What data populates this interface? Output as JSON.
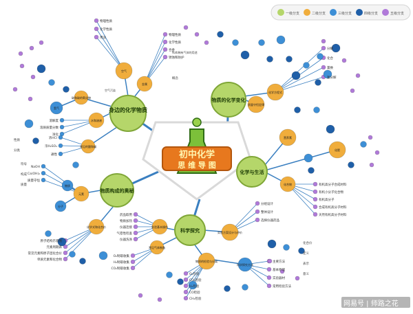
{
  "colors": {
    "level1": "#b5d66a",
    "level2": "#f0ad3c",
    "level3": "#3d8fd6",
    "level4": "#1f5fa8",
    "level5": "#b07ad9",
    "center_bg": "#e7781e",
    "center_text": "#ffffff",
    "edge": "#3a7fc0"
  },
  "legend": [
    {
      "color": "#b5d66a",
      "label": "一级分支"
    },
    {
      "color": "#f0ad3c",
      "label": "二级分支"
    },
    {
      "color": "#3d8fd6",
      "label": "三级分支"
    },
    {
      "color": "#1f5fa8",
      "label": "四级分支"
    },
    {
      "color": "#b07ad9",
      "label": "五级分支"
    }
  ],
  "center": {
    "line1": "初中化学",
    "line2": "思 维 导 图"
  },
  "branches": [
    {
      "label": "身边的化学物质"
    },
    {
      "label": "物质的化学变化"
    },
    {
      "label": "化学与生活"
    },
    {
      "label": "科学探究"
    },
    {
      "label": "物质构成的奥秘"
    }
  ],
  "nodes": {
    "air": "空气",
    "metal": "金属",
    "water": "水和溶液",
    "acidbase": "常见的酸和碱",
    "carbon": "碳和碳的氧化物",
    "hydrogen": "氢气",
    "pure": "纯净物",
    "conservation": "质量守恒定律",
    "equation": "化学方程式",
    "nutrition": "营养素",
    "fertilizer": "化肥",
    "compound": "化合物",
    "element": "元素",
    "particles": "物质",
    "molecule": "分子",
    "atom": "原子",
    "ion": "离子",
    "formula": "化学式和化合价",
    "experiment": "实验基本操作",
    "gas": "常见气体制备",
    "design": "实验方案设计与评价",
    "separate": "物质的检验与分离",
    "inquiry": "科学探究方法"
  },
  "leaves": {
    "air_props": [
      "物理性质",
      "化学性质",
      "用途"
    ],
    "n2": "N₂和稀有气体的用途",
    "pollution": "空气污染",
    "metal_props": [
      "物理性质",
      "化学性质",
      "合金",
      "锈蚀和防护"
    ],
    "acid": [
      "物理性质",
      "化学性质",
      "用途"
    ],
    "water_leaves": [
      "溶解度",
      "溶质质量分数",
      "净化"
    ],
    "acids": [
      "浓HCl",
      "浓H₂SO₄",
      "通性"
    ],
    "elem_leaves": [
      "NaOH",
      "Ca(OH)₂",
      "质量守恒"
    ],
    "reaction": [
      "分解",
      "化合",
      "置换",
      "复分解"
    ],
    "life": [
      "有机高分子合成材料",
      "有机小分子化合物",
      "有机高分子",
      "合成有机高分子材料",
      "天然有机高分子材料"
    ],
    "struct": [
      "原子结构示意图",
      "元素周期表",
      "常见元素和原子团化合价",
      "单质元素和化合物"
    ],
    "exp": [
      "药品取用",
      "物质加热",
      "仪器连接",
      "气密性检查",
      "仪器洗涤"
    ],
    "gas_list": [
      "O₂制取收集",
      "H₂制取收集",
      "CO₂制取收集"
    ],
    "detect": [
      "O₂检验",
      "CO₂检验",
      "H₂检验",
      "CO检验",
      "CH₄检验"
    ],
    "method": [
      "主要方法",
      "基本原理",
      "实验器材",
      "常用检验方法"
    ],
    "design_leaves": [
      "分组设计",
      "整体设计",
      "选择仪器药品"
    ],
    "misc": [
      "化合价",
      "定义",
      "表示",
      "意义",
      "符号",
      "构成",
      "质量",
      "分类",
      "性质",
      "概念"
    ]
  },
  "watermark": "网易号 | 师路之花"
}
